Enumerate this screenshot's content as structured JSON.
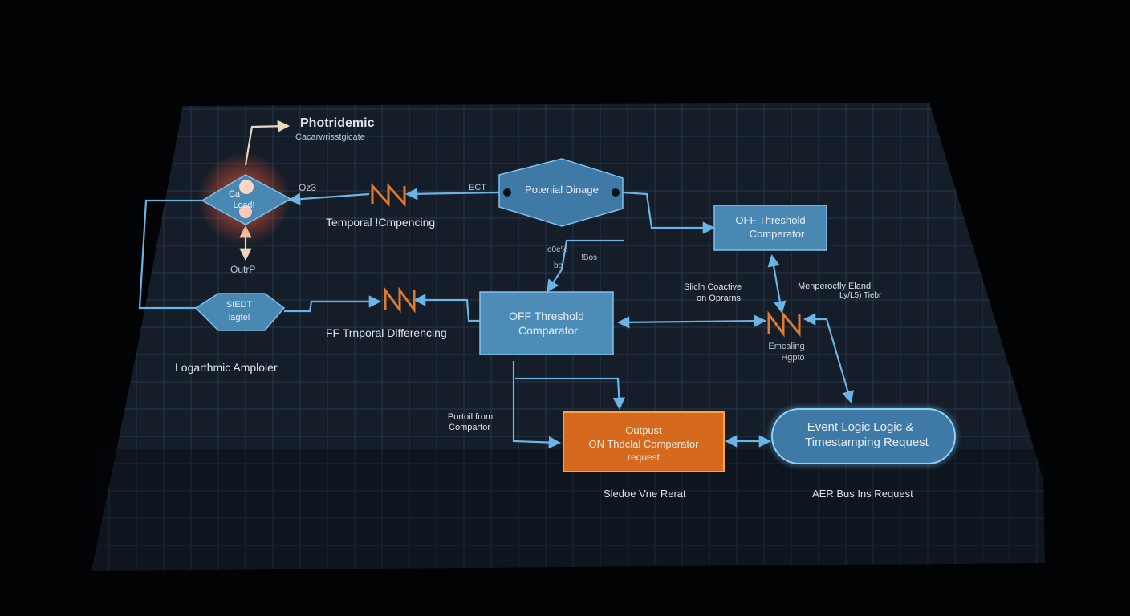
{
  "colors": {
    "background": "#020305",
    "board": "#16202c",
    "block_blue": "#4a88b4",
    "block_blue_edge": "#7fc0ec",
    "block_orange": "#d56a1e",
    "block_orange_edge": "#ffa146",
    "wire": "#6ab4e6",
    "glow_red": "#ff5a3c",
    "arrow_light": "#e9d8bf"
  },
  "photodiode": {
    "title": "Photridemic",
    "subtitle": "Cacarwrisstgicate",
    "node_line1": "Ca",
    "node_line2": "Lgsd!",
    "left_tag": "Oz3",
    "bottom_tag": "OutrP"
  },
  "temporal_top": {
    "tag": "ECT",
    "label": "Temporal !Cmpencing"
  },
  "potential_block": {
    "label": "Potenial Dinage"
  },
  "off_comparator_top": {
    "line1": "OFF Threshold",
    "line2": "Comperator"
  },
  "mid_notes": {
    "a": "o0e%",
    "b": "bo",
    "c": "!Bos"
  },
  "log_amp": {
    "line1": "SIEDT",
    "line2": "lagtel",
    "label": "Logarthmic Amploier"
  },
  "temporal_mid": {
    "label": "FF Trnporal Differencing"
  },
  "off_comparator_mid": {
    "line1": "OFF Threshold",
    "line2": "Comparator"
  },
  "right_notes": {
    "switch_line1": "Sliclh Coactive",
    "switch_line2": "on Oprarns",
    "memory_line1": "Menperocfly Eland",
    "memory_line2": "Ly/L5) Tiebr"
  },
  "encoder": {
    "line1": "Emcaling",
    "line2": "Hgpto"
  },
  "from_comparator": {
    "line1": "Portoil from",
    "line2": "Compartor"
  },
  "output_block": {
    "line1": "Outpust",
    "line2": "ON Thdclal Comperator",
    "line3": "request"
  },
  "event_logic": {
    "line1": "Event Logic Logic &",
    "line2": "Timestamping Request"
  },
  "bottom_labels": {
    "reset": "Sledoe Vne Rerat",
    "aer": "AER Bus Ins Request"
  }
}
